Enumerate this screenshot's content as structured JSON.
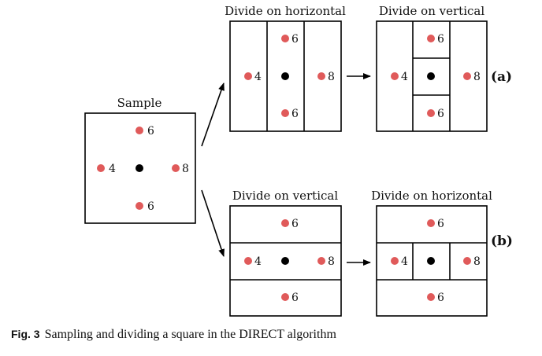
{
  "panels": {
    "sample": {
      "title": "Sample"
    },
    "a1": {
      "title": "Divide on horizontal"
    },
    "a2": {
      "title": "Divide on vertical"
    },
    "b1": {
      "title": "Divide on vertical"
    },
    "b2": {
      "title": "Divide on horizontal"
    }
  },
  "values": {
    "left": "4",
    "right": "8",
    "top": "6",
    "bottom": "6"
  },
  "tags": {
    "a": "(a)",
    "b": "(b)"
  },
  "caption": {
    "fig": "Fig. 3",
    "text": "Sampling and dividing a square in the DIRECT algorithm"
  },
  "colors": {
    "sample_point": "#e05a5a",
    "center_point": "#000000"
  }
}
